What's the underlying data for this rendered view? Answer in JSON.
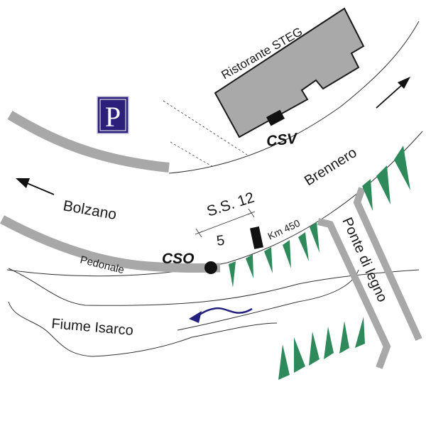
{
  "map": {
    "colors": {
      "background": "#ffffff",
      "building_fill": "#a9a9a9",
      "building_stroke": "#1a1a1a",
      "path_grey": "#a8a8a8",
      "embankment_green": "#2e8a5a",
      "parking_bg": "#2b1f7a",
      "river_arrow": "#22207a",
      "marker_black": "#111111"
    },
    "labels": {
      "restaurant": "Ristorante STEG",
      "csv": "CSV",
      "cso": "CSO",
      "brennero": "Brennero",
      "bolzano": "Bolzano",
      "road": "S.S. 12",
      "distance": "5",
      "km_marker": "Km 450",
      "pedestrian": "Pedonale",
      "bridge": "Ponte di legno",
      "river": "Fiume Isarco",
      "parking": "P"
    },
    "icons": {
      "parking": "parking-sign-icon",
      "direction_brennero": "arrow-northeast-icon",
      "direction_bolzano": "arrow-west-icon",
      "river_flow": "river-flow-arrow-icon",
      "cso_station": "dot-marker-icon",
      "csv_station": "black-rectangle-marker-icon",
      "km_post": "kilometer-post-icon"
    }
  }
}
